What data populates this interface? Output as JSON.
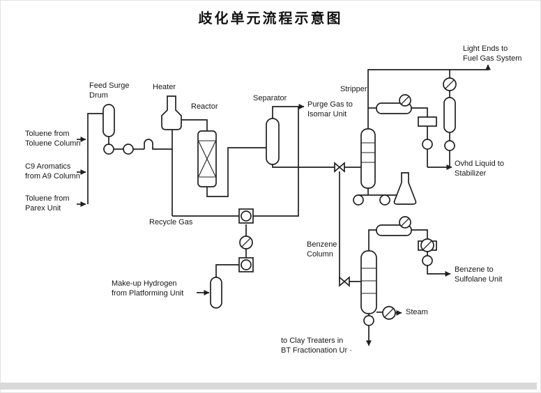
{
  "title": "歧化单元流程示意图",
  "equipment": {
    "feed_surge_drum": "Feed Surge\nDrum",
    "heater": "Heater",
    "reactor": "Reactor",
    "separator": "Separator",
    "stripper": "Stripper",
    "benzene_column": "Benzene\nColumn"
  },
  "streams": {
    "toluene_from_toluene_column": "Toluene from\nToluene Column",
    "c9_aromatics_from_a9_column": "C9 Aromatics\nfrom A9 Column",
    "toluene_from_parex_unit": "Toluene from\nParex Unit",
    "recycle_gas": "Recycle Gas",
    "makeup_hydrogen": "Make-up Hydrogen\nfrom Platforming Unit",
    "purge_gas_to_isomar_unit": "Purge Gas to\nIsomar Unit",
    "light_ends_to_fuel_gas_system": "Light Ends to\nFuel Gas System",
    "ovhd_liquid_to_stabilizer": "Ovhd Liquid to\nStabilizer",
    "benzene_to_sulfolane_unit": "Benzene to\nSulfolane Unit",
    "steam": "Steam",
    "to_clay_treaters": "to Clay Treaters in\nBT Fractionation Ur ·"
  },
  "colors": {
    "line": "#1f1f1f",
    "background": "#ffffff"
  }
}
